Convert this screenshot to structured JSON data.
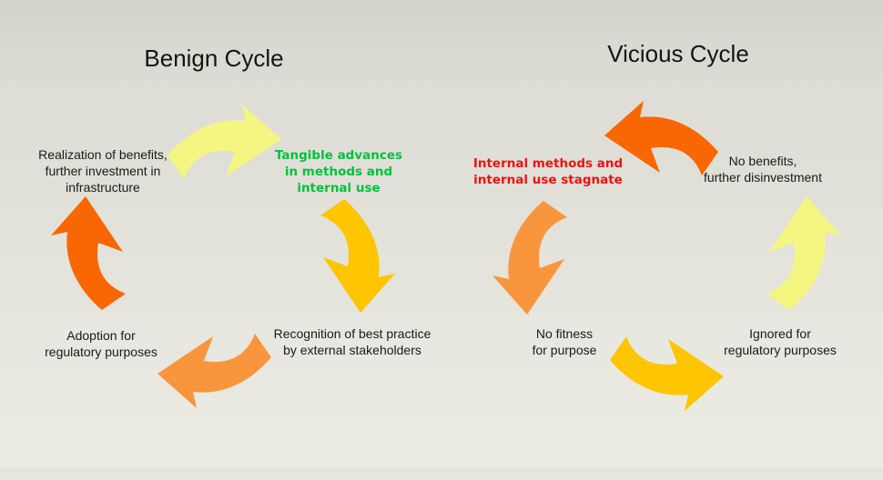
{
  "colors": {
    "pale_yellow": "#f5f582",
    "gold": "#fdc502",
    "orange": "#f9953c",
    "dark_orange": "#f96703",
    "green_text": "#00c23d",
    "red_text": "#ee1212",
    "title_text": "#141414",
    "body_text": "#1a1a1a"
  },
  "benign": {
    "title": "Benign Cycle",
    "nodes": {
      "realization": "Realization of benefits,\nfurther investment in\ninfrastructure",
      "tangible": "Tangible advances\nin methods and\ninternal use",
      "recognition": "Recognition of best practice\nby external stakeholders",
      "adoption": "Adoption for\nregulatory purposes"
    }
  },
  "vicious": {
    "title": "Vicious Cycle",
    "nodes": {
      "stagnate": "Internal methods and\ninternal use stagnate",
      "no_benefits": "No benefits,\nfurther disinvestment",
      "no_fitness": "No fitness\nfor purpose",
      "ignored": "Ignored for\nregulatory purposes"
    }
  }
}
